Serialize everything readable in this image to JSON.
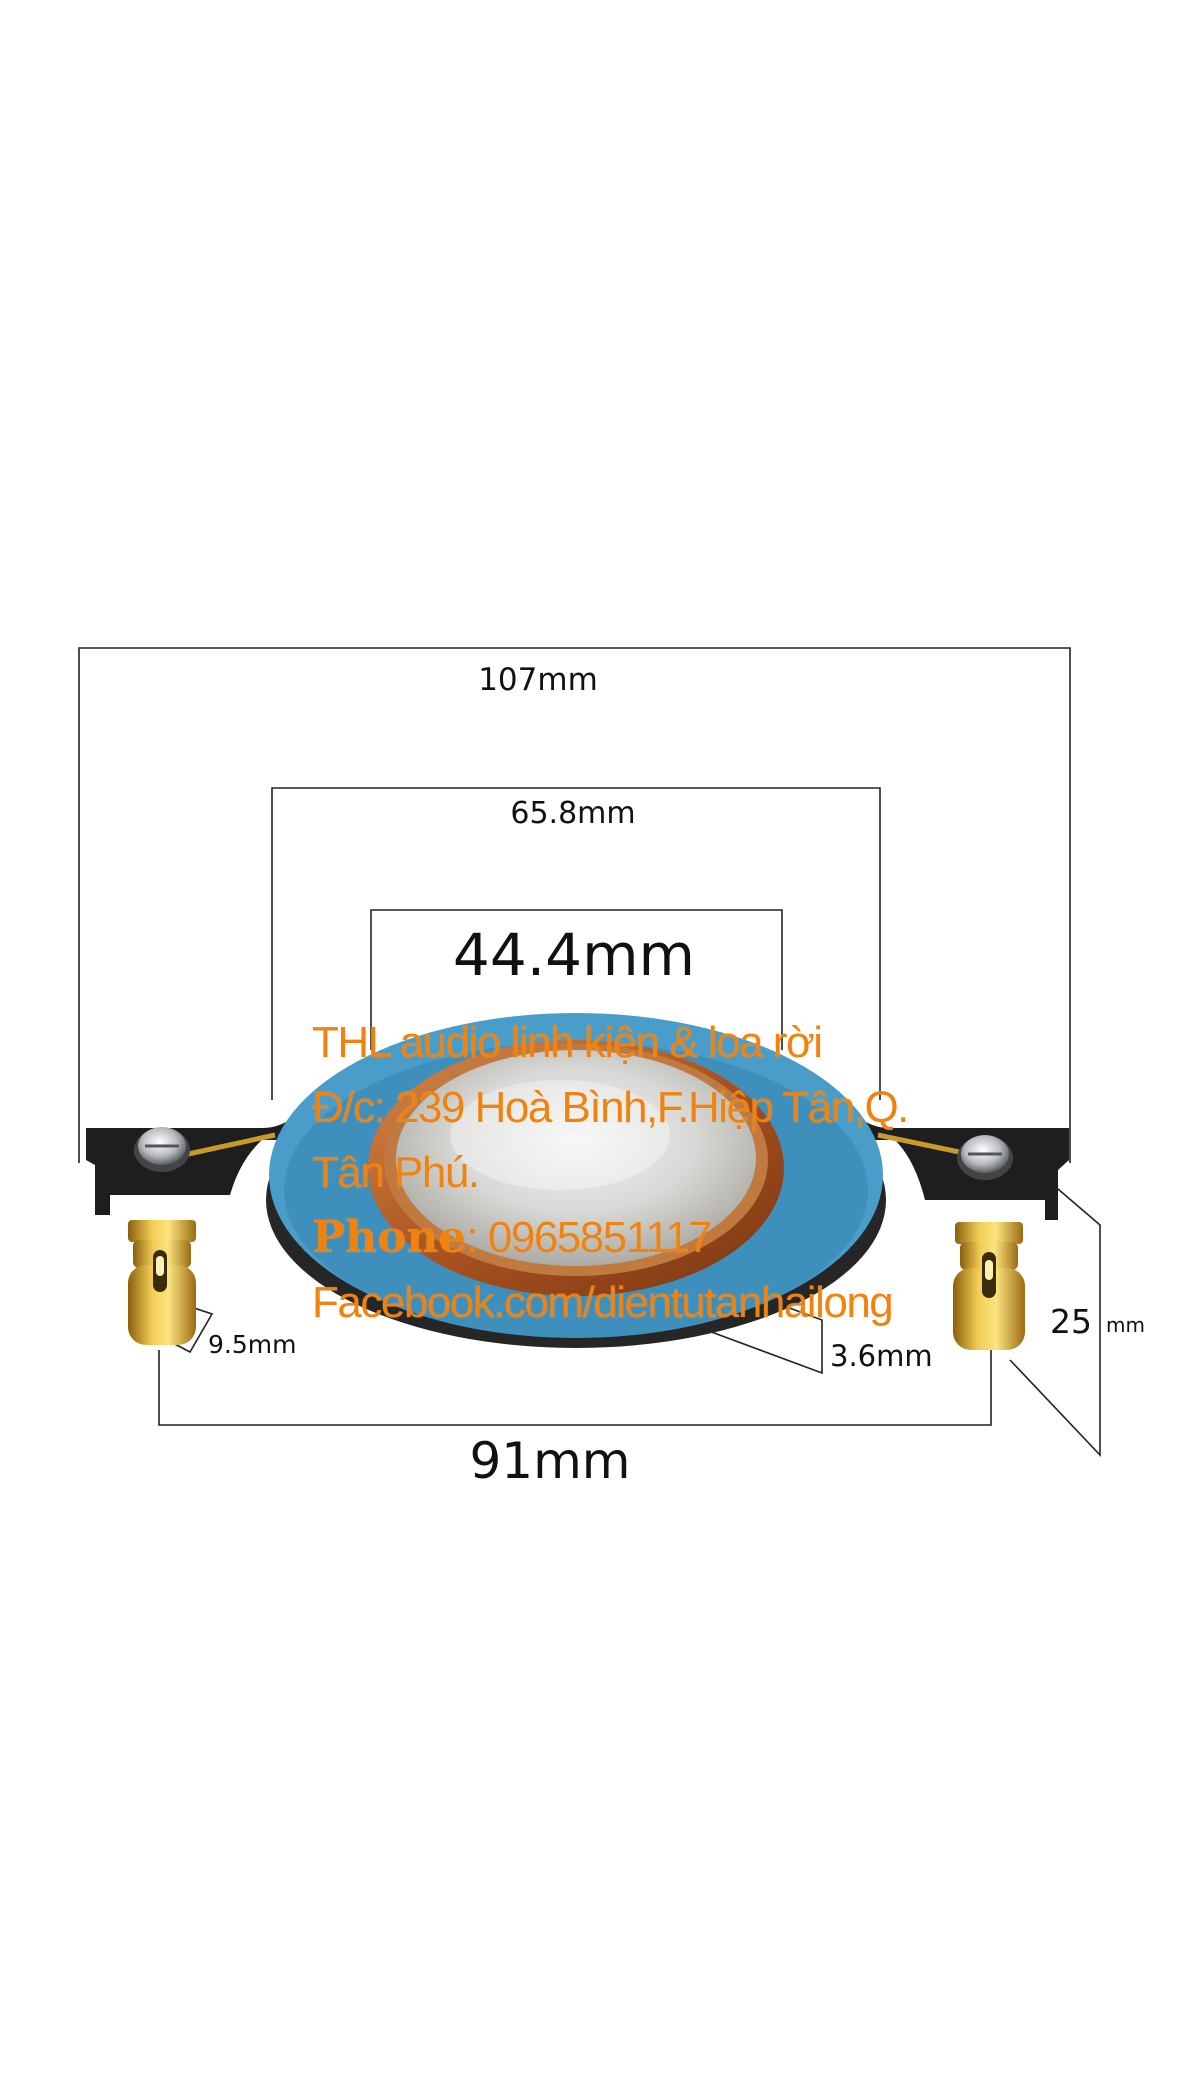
{
  "dimensions": {
    "outer_width": "107mm",
    "ring_diameter": "65.8mm",
    "dome_diameter": "44.4mm",
    "terminal_spacing": "91mm",
    "terminal_height": "25",
    "terminal_height_unit": "mm",
    "pin_diameter": "9.5mm",
    "ring_thickness": "3.6mm"
  },
  "overlay": {
    "line1": "THL audio linh kiện & loa rời",
    "line2": "Đ/c: 239 Hoà Bình,F.Hiệp Tân,Q.",
    "line3": "Tân Phú.",
    "phone_label": "Phone",
    "phone_value": ": 0965851117",
    "facebook": "Facebook.com/dientutanhailong"
  },
  "colors": {
    "overlay_text": "#f0830f",
    "ring_blue": "#4a9cc9",
    "bracket_black": "#1e1e1e",
    "terminal_gold": "#d9a521",
    "coil_copper": "#b8622a",
    "dome_silver": "#d4d6d4"
  },
  "icons": [
    "diaphragm-illustration",
    "terminal-screw-icon",
    "gold-terminal-pin-icon"
  ]
}
